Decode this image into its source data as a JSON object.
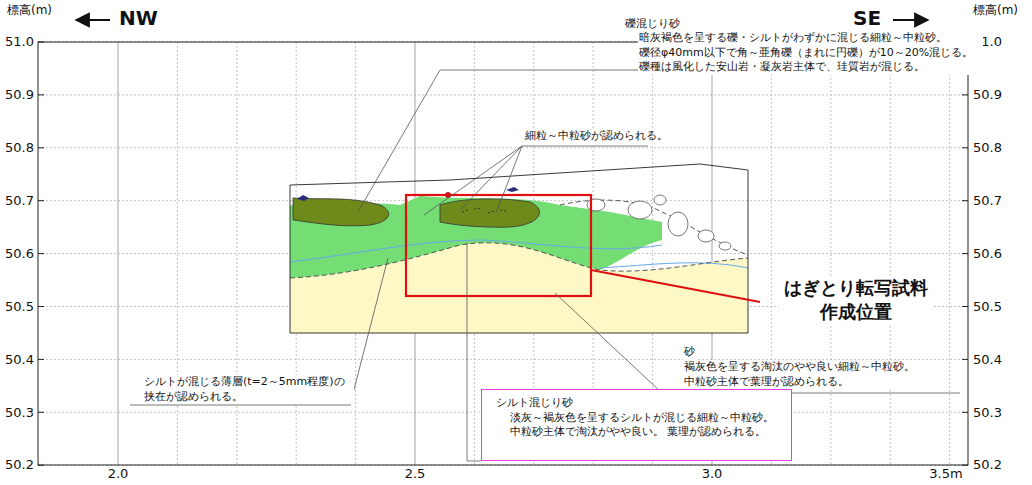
{
  "diagram": {
    "nodes": [
      {
        "text": [
          "シルト混じり砂",
          "淡灰～褐灰色を呈するシルトが混じる細粒～中粒砂。 中粒砂主体で淘汰がやや良い。 葉理が認められる。"
        ]
      }
    ],
    "labels": [
      "標高(m)",
      "標高(m)",
      "NW",
      "SE",
      "51.0",
      "50.9",
      "50.8",
      "50.7",
      "50.6",
      "50.5",
      "50.4",
      "50.3",
      "50.2",
      "51.0",
      "50.9",
      "50.8",
      "50.7",
      "50.6",
      "50.5",
      "50.4",
      "50.3",
      "50.2",
      "2.0",
      "2.5",
      "3.0",
      "3.5m",
      "礫混じり砂",
      "暗灰褐色を呈する礫・シルトがわずかに混じる細粒～中粒砂。 礫径φ40mm以下で角～亜角礫（まれに円礫）が10～20%混じる。 礫種は風化した安山岩・凝灰岩主体で、珪質岩が混じる。",
      "細粒～中粒砂が認められる。",
      "シルトが混じる薄層(t=2～5mm程度)の 挟在が認められる。",
      "砂",
      "褐灰色を呈する淘汰のやや良い細粒～中粒砂。 中粒砂主体で葉理が認められる。",
      "はぎとり転写試料 作成位置"
    ]
  }
}
